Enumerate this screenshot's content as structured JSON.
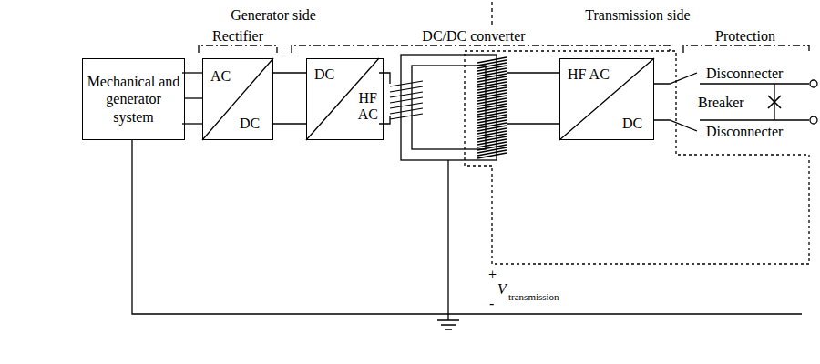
{
  "diagram": {
    "nodes": [
      {
        "text": [
          "Mechanical and generator system"
        ]
      },
      {
        "text": [
          "AC",
          "DC"
        ]
      },
      {
        "text": [
          "DC",
          "HF AC"
        ]
      },
      {
        "text": [
          "HF AC",
          "DC"
        ]
      }
    ],
    "edges": [
      {
        "from": 0,
        "to": 1,
        "arrow": "none"
      },
      {
        "from": 1,
        "to": 2,
        "arrow": "none"
      }
    ],
    "labels": [
      "Generator side",
      "Transmission side",
      "Rectifier",
      "DC/DC converter",
      "Protection",
      "Disconnecter",
      "Breaker",
      "Disconnecter",
      "+",
      "V",
      "transmission",
      "-"
    ]
  }
}
